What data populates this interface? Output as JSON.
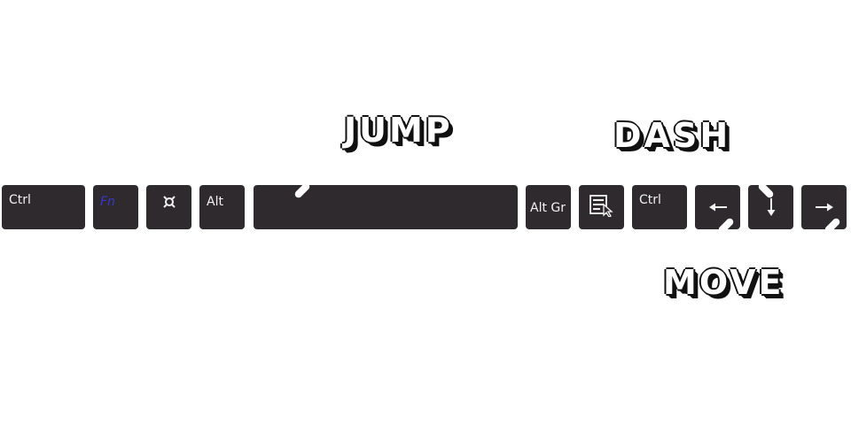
{
  "colors": {
    "background": "#ffffff",
    "key_fill": "#2e2a2e",
    "key_text": "#f2f2f2",
    "fn_text": "#3a37c8"
  },
  "keys": {
    "ctrl_left": "Ctrl",
    "fn": "Fn",
    "super_icon": "cross-symbol-icon",
    "alt": "Alt",
    "space": "",
    "alt_gr": "Alt Gr",
    "menu_icon": "context-menu-icon",
    "ctrl_right": "Ctrl",
    "arrow_left_icon": "arrow-left-icon",
    "arrow_down_icon": "arrow-down-icon",
    "arrow_right_icon": "arrow-right-icon"
  },
  "actions": {
    "jump": "JUMP",
    "dash": "DASH",
    "move": "MOVE"
  }
}
